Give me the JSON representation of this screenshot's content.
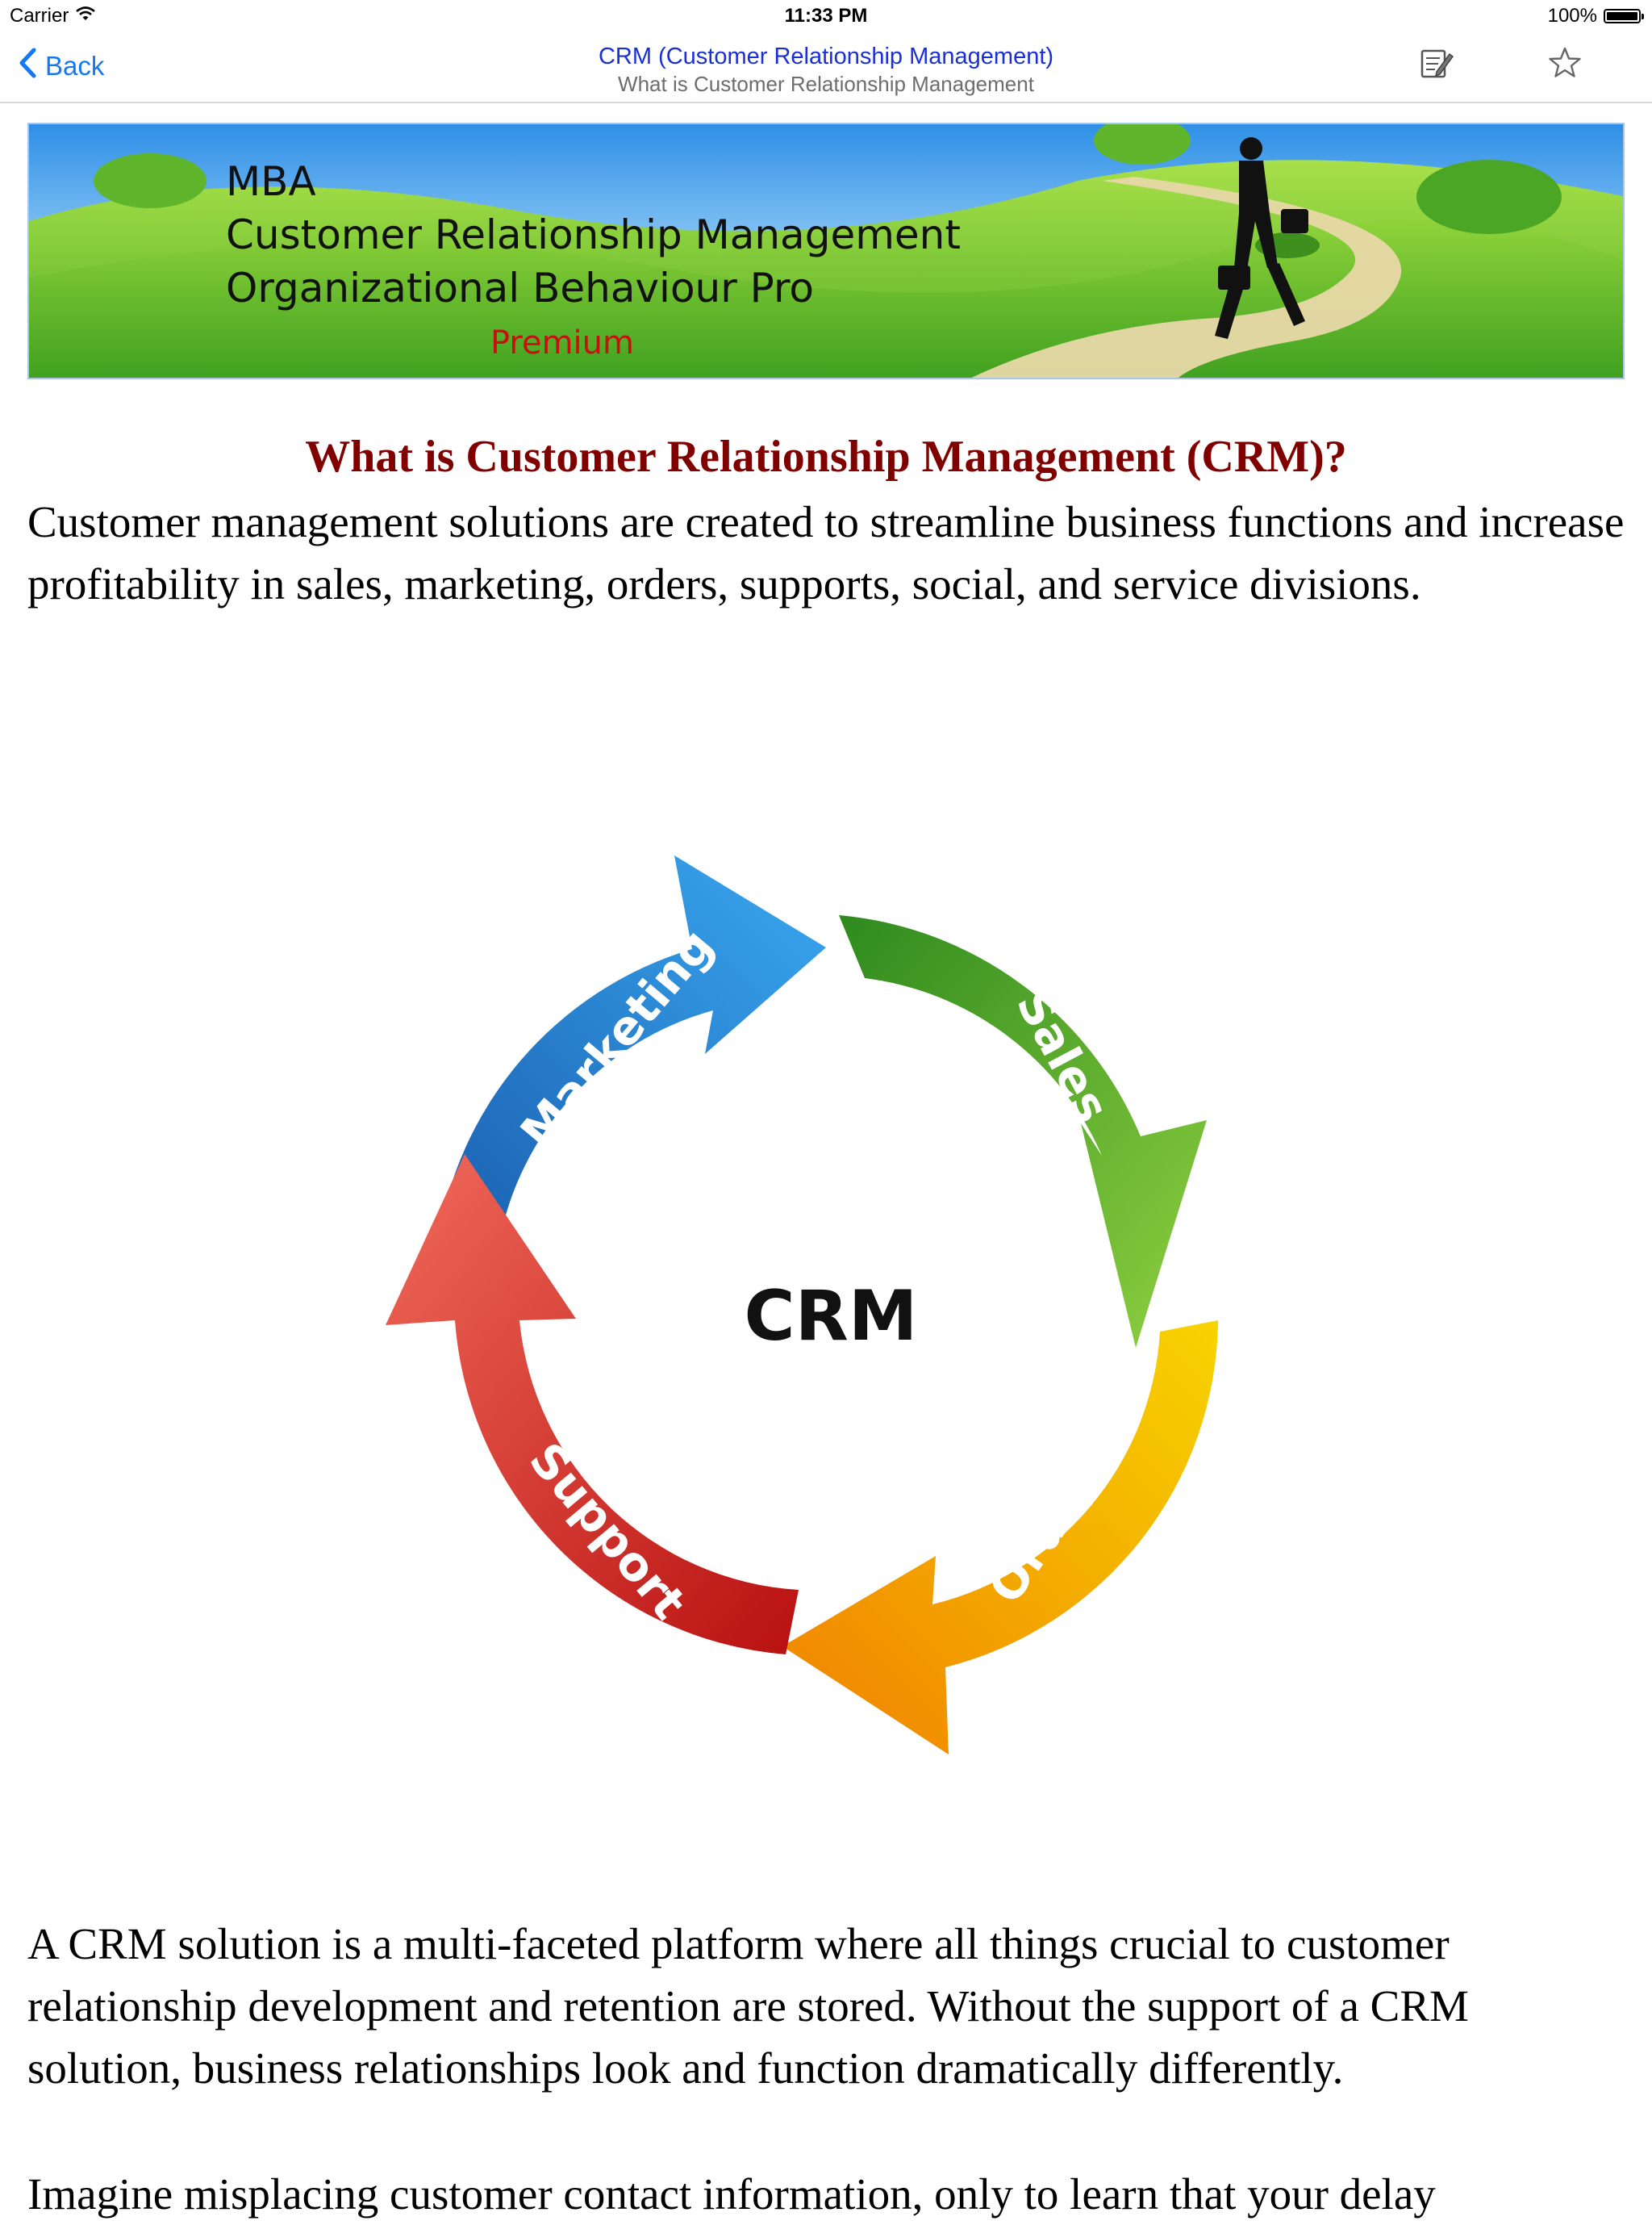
{
  "status_bar": {
    "carrier": "Carrier",
    "time": "11:33 PM",
    "battery": "100%",
    "battery_level": 1.0,
    "icons": [
      "wifi-icon",
      "battery-icon"
    ]
  },
  "nav": {
    "back_label": "Back",
    "title": "CRM (Customer Relationship Management)",
    "subtitle": "What is Customer Relationship Management",
    "icons": [
      "chevron-left-icon",
      "note-edit-icon",
      "star-icon"
    ],
    "accent_color": "#1478f5"
  },
  "banner": {
    "lines": [
      "MBA",
      "Customer Relationship Management",
      "Organizational Behaviour Pro"
    ],
    "premium": "Premium"
  },
  "article": {
    "heading": "What is Customer Relationship Management (CRM)?",
    "heading_color": "#800000",
    "paragraphs": [
      "Customer management solutions are created to streamline business functions and increase profitability in sales, marketing, orders, supports, social, and service divisions.",
      "A CRM solution is a multi-faceted platform where all things crucial to customer relationship development and retention are stored. Without the support of a CRM solution, business relationships look and function dramatically differently.",
      "Imagine misplacing customer contact information, only to learn that your delay"
    ]
  },
  "diagram": {
    "center": "CRM",
    "segments": [
      {
        "label": "Marketing",
        "color": "#1f7fd6"
      },
      {
        "label": "Sales",
        "color": "#4aa52a"
      },
      {
        "label": "Orders",
        "color": "#f0a800"
      },
      {
        "label": "Support",
        "color": "#d8201c"
      }
    ]
  }
}
